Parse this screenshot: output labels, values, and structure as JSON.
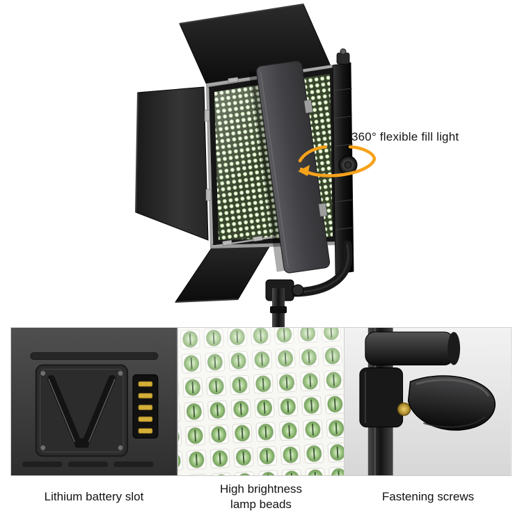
{
  "product": {
    "annotation_label": "360° flexible fill light"
  },
  "features": [
    {
      "caption": "Lithium battery slot"
    },
    {
      "caption": "High brightness lamp beads"
    },
    {
      "caption": "Fastening screws"
    }
  ],
  "colors": {
    "accent_arrow": "#F6A21B",
    "caption_text": "#121212",
    "panel_border": "#cfcfcf"
  },
  "icons": {
    "rotation_arrow_icon": "curved-ellipse-arrow"
  }
}
